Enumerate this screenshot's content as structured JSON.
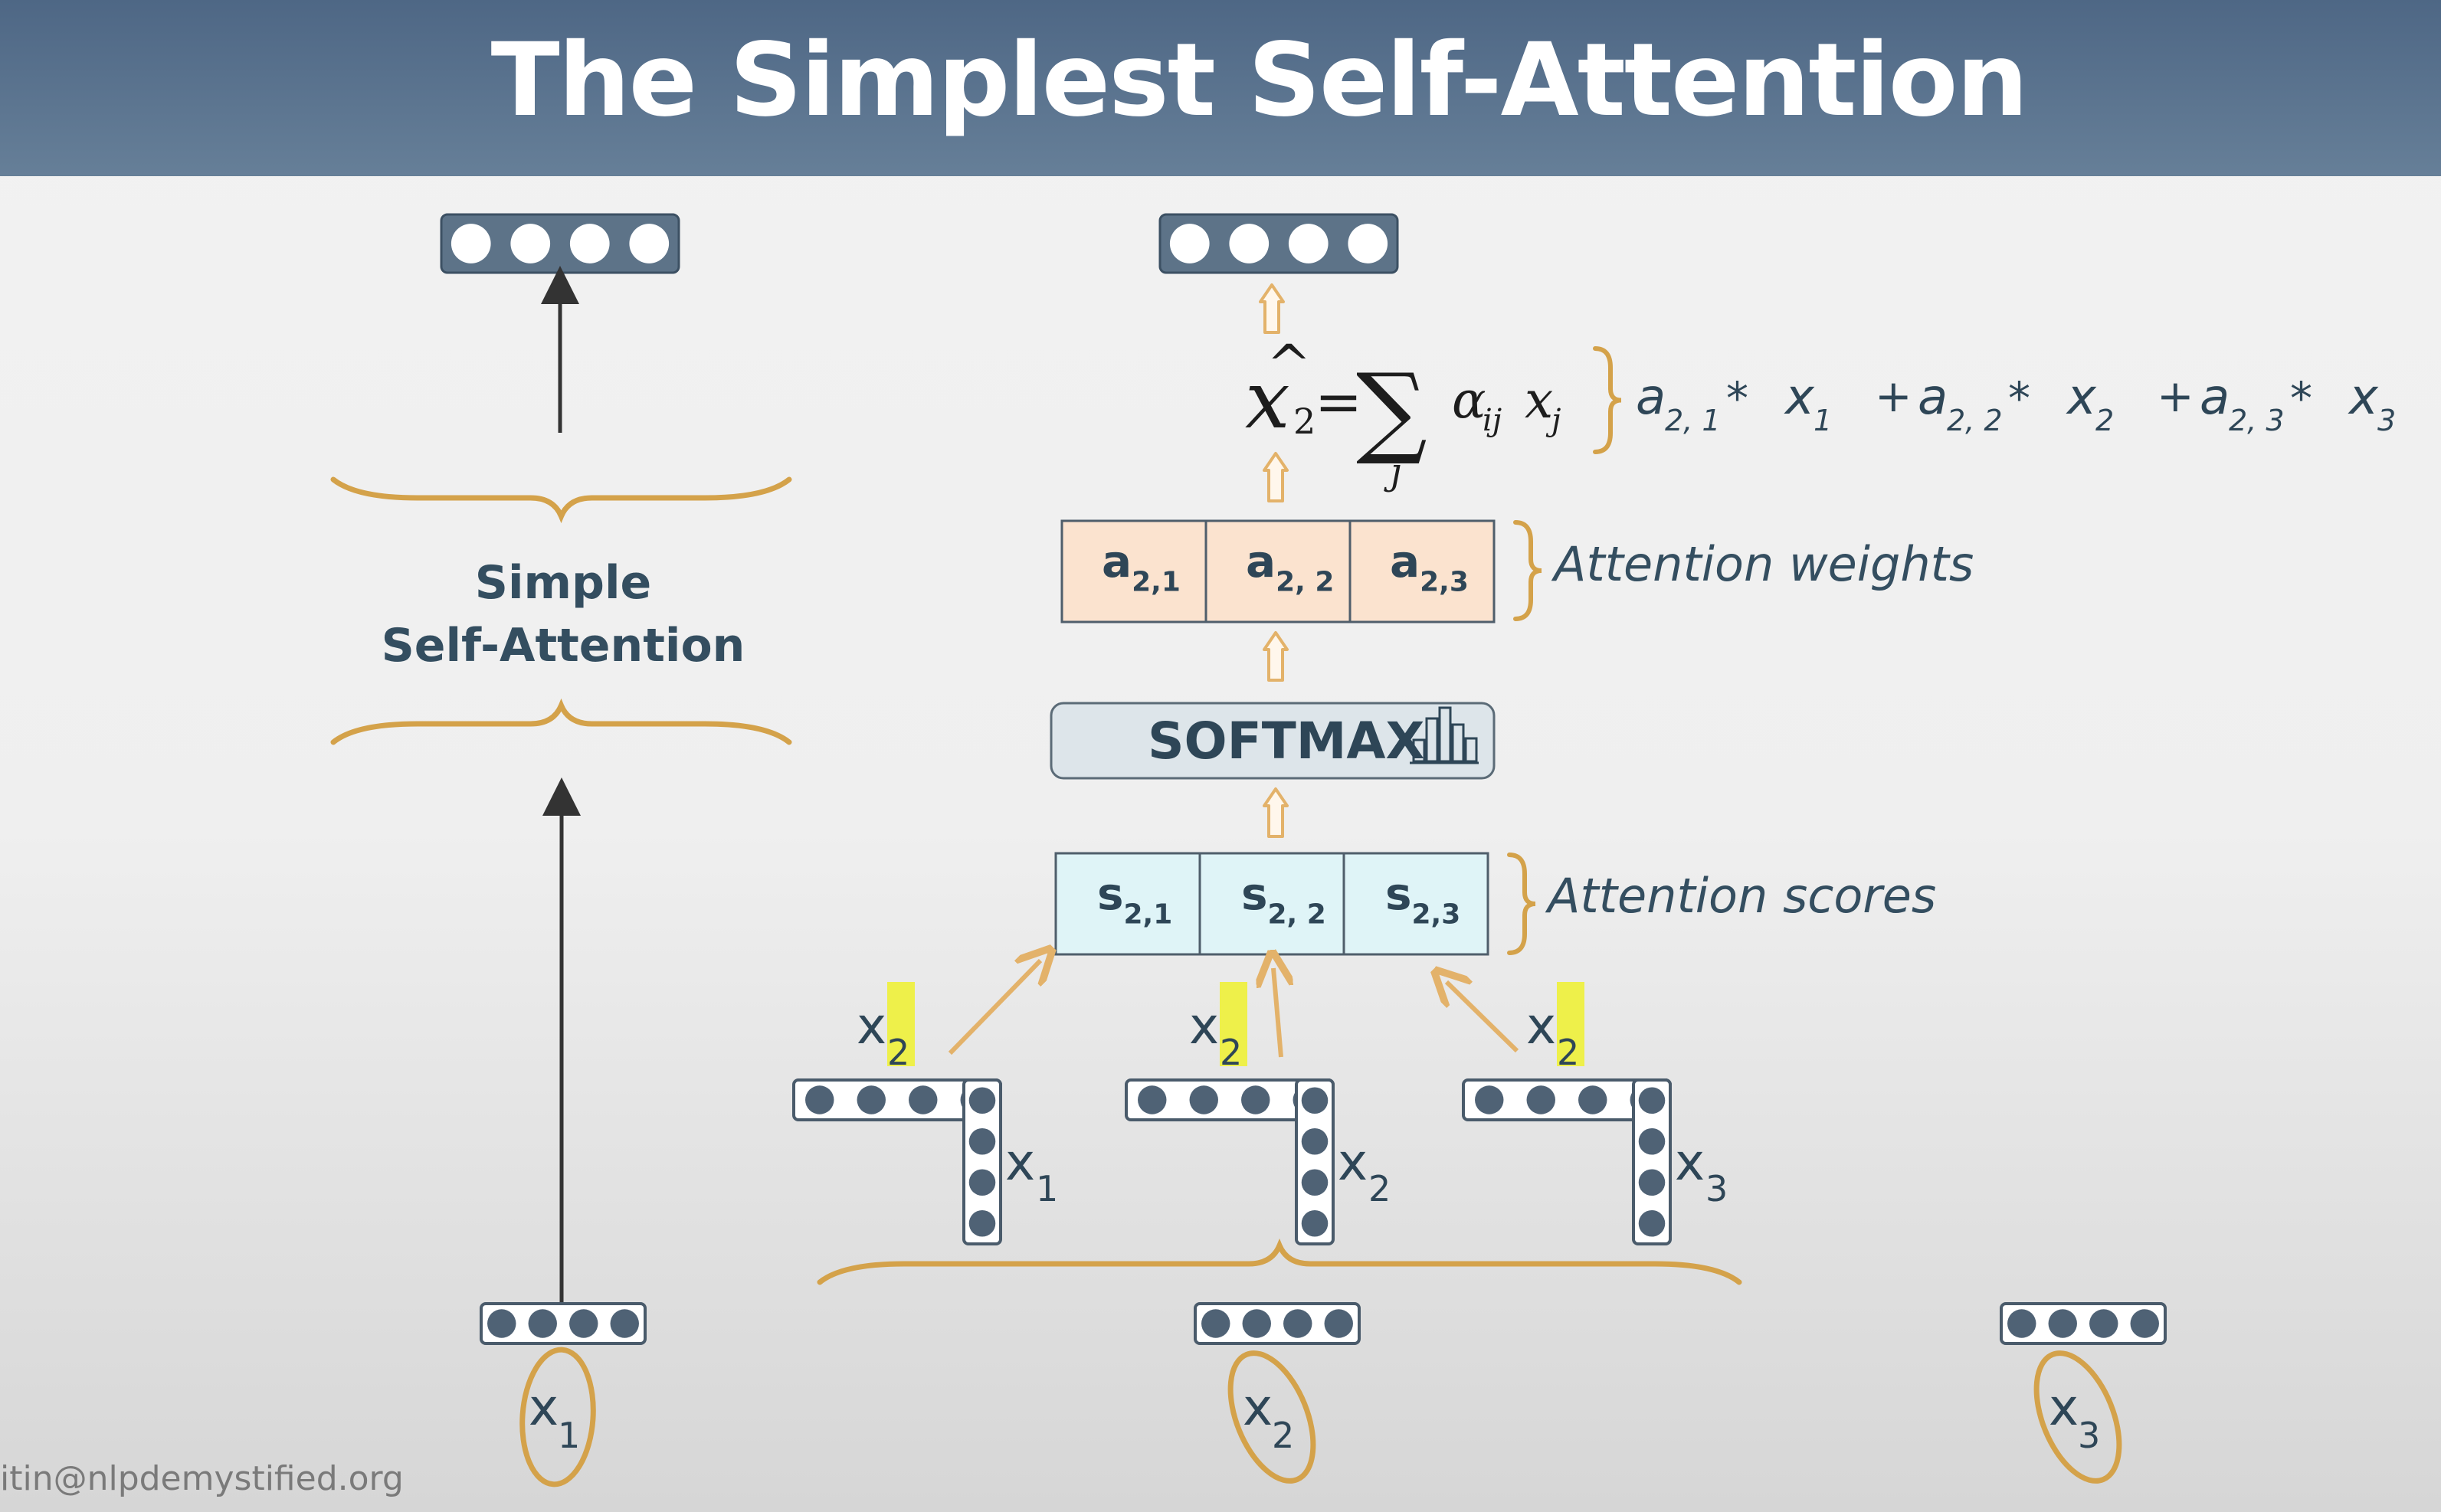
{
  "title": "The Simplest Self-Attention",
  "left_block": {
    "line1": "Simple",
    "line2": "Self-Attention"
  },
  "labels": {
    "attention_weights": "Attention weights",
    "attention_scores": "Attention scores",
    "softmax": "SOFTMAX"
  },
  "weights": [
    {
      "base": "a",
      "sub": "2,1"
    },
    {
      "base": "a",
      "sub": "2, 2"
    },
    {
      "base": "a",
      "sub": "2,3"
    }
  ],
  "scores": [
    {
      "base": "s",
      "sub": "2,1"
    },
    {
      "base": "s",
      "sub": "2, 2"
    },
    {
      "base": "s",
      "sub": "2,3"
    }
  ],
  "formula": {
    "lhs": "x̂",
    "lhs_sub": "2",
    "sum_index": "j",
    "term": "αij xj",
    "expansion": [
      {
        "coef": "a",
        "coef_sub": "2, 1",
        "var": "x",
        "var_sub": "1"
      },
      {
        "coef": "a",
        "coef_sub": "2, 2",
        "var": "x",
        "var_sub": "2"
      },
      {
        "coef": "a",
        "coef_sub": "2, 3",
        "var": "x",
        "var_sub": "3"
      }
    ]
  },
  "pairs": [
    {
      "query": "x",
      "query_sub": "2",
      "key": "x",
      "key_sub": "1"
    },
    {
      "query": "x",
      "query_sub": "2",
      "key": "x",
      "key_sub": "2"
    },
    {
      "query": "x",
      "query_sub": "2",
      "key": "x",
      "key_sub": "3"
    }
  ],
  "inputs": [
    {
      "base": "x",
      "sub": "1"
    },
    {
      "base": "x",
      "sub": "2"
    },
    {
      "base": "x",
      "sub": "3"
    }
  ],
  "watermark": "itin@nlpdemystified.org",
  "colors": {
    "header": "#5a7390",
    "node_fill": "#4f6275",
    "node_box": "#5d7388",
    "brace": "#d4a24a",
    "arrow_up": "#e3b26a",
    "weights_fill": "#fbe3cf",
    "scores_fill": "#dff4f7",
    "softmax_fill": "#dde5ea",
    "highlight": "#eef04a"
  }
}
